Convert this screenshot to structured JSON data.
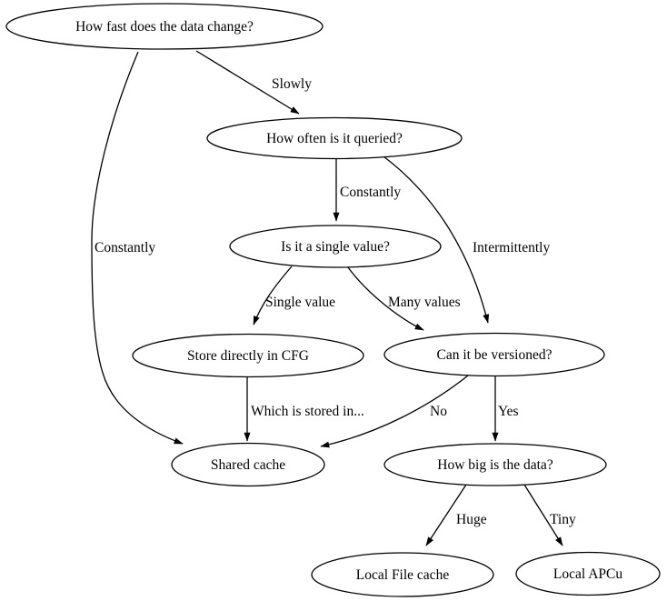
{
  "diagram": {
    "background_color": "#ffffff",
    "stroke_color": "#000000",
    "text_color": "#000000",
    "nodes": [
      {
        "id": "data-change",
        "label": "How fast does the data change?"
      },
      {
        "id": "query-frequency",
        "label": "How often is it queried?"
      },
      {
        "id": "single-value",
        "label": "Is it a single value?"
      },
      {
        "id": "store-cfg",
        "label": "Store directly in CFG"
      },
      {
        "id": "versioned",
        "label": "Can it be versioned?"
      },
      {
        "id": "shared-cache",
        "label": "Shared cache"
      },
      {
        "id": "data-size",
        "label": "How big is the data?"
      },
      {
        "id": "local-file-cache",
        "label": "Local File cache"
      },
      {
        "id": "local-apcu",
        "label": "Local APCu"
      }
    ],
    "edges": [
      {
        "from": "data-change",
        "to": "query-frequency",
        "label": "Slowly"
      },
      {
        "from": "data-change",
        "to": "shared-cache",
        "label": "Constantly"
      },
      {
        "from": "query-frequency",
        "to": "single-value",
        "label": "Constantly"
      },
      {
        "from": "query-frequency",
        "to": "versioned",
        "label": "Intermittently"
      },
      {
        "from": "single-value",
        "to": "store-cfg",
        "label": "Single value"
      },
      {
        "from": "single-value",
        "to": "versioned",
        "label": "Many values"
      },
      {
        "from": "store-cfg",
        "to": "shared-cache",
        "label": "Which is stored in..."
      },
      {
        "from": "versioned",
        "to": "shared-cache",
        "label": "No"
      },
      {
        "from": "versioned",
        "to": "data-size",
        "label": "Yes"
      },
      {
        "from": "data-size",
        "to": "local-file-cache",
        "label": "Huge"
      },
      {
        "from": "data-size",
        "to": "local-apcu",
        "label": "Tiny"
      }
    ]
  }
}
